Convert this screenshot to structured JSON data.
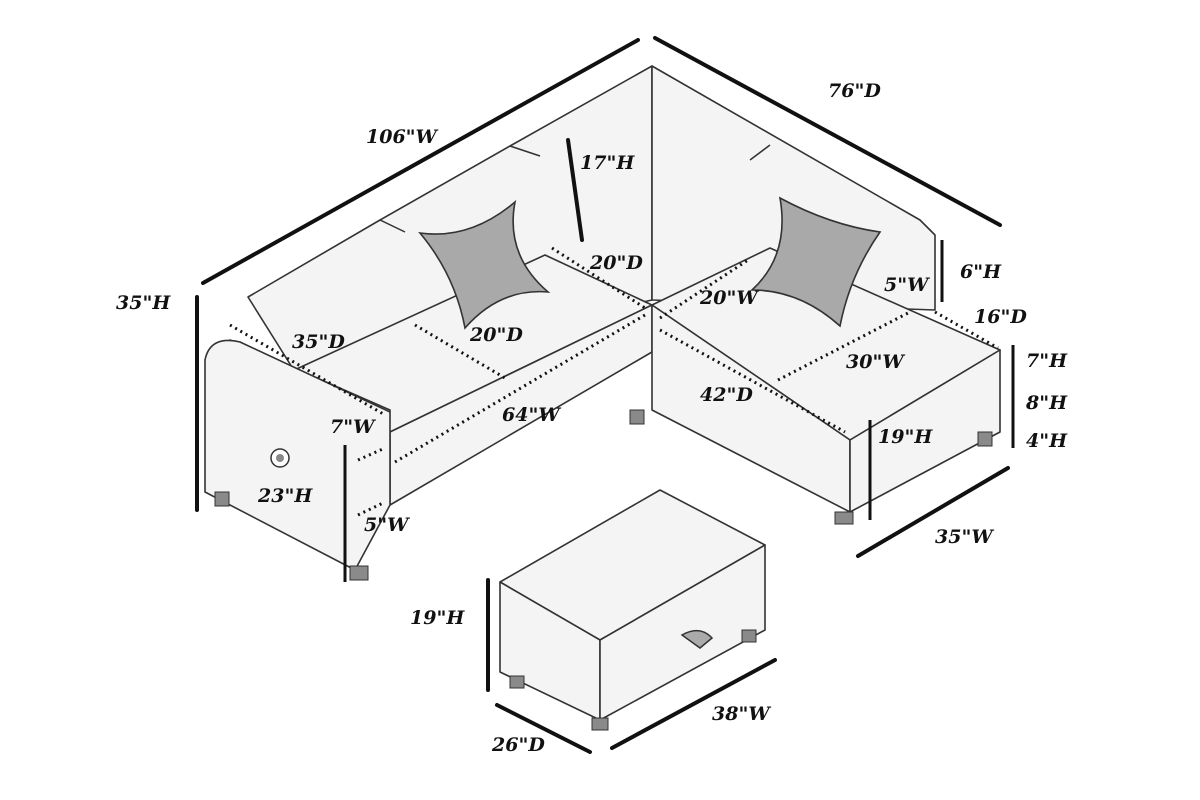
{
  "labels": {
    "overall_width": "106\"W",
    "overall_depth": "76\"D",
    "overall_height": "35\"H",
    "back_height": "17\"H",
    "corner_seat_depth_left": "20\"D",
    "seat_depth_left": "20\"D",
    "arm_seat_depth": "35\"D",
    "corner_seat_width": "20\"W",
    "chaise_arm_width": "5\"W",
    "chaise_arm_height": "6\"H",
    "chaise_back_depth": "16\"D",
    "chaise_cushion_height": "7\"H",
    "chaise_base_height": "8\"H",
    "leg_height": "4\"H",
    "chaise_seat_width": "30\"W",
    "chaise_depth": "42\"D",
    "chaise_seat_height": "19\"H",
    "seat_width": "64\"W",
    "arm_width": "7\"W",
    "arm_height": "23\"H",
    "arm_base_width": "5\"W",
    "chaise_width": "35\"W",
    "ottoman_height": "19\"H",
    "ottoman_width": "38\"W",
    "ottoman_depth": "26\"D"
  }
}
